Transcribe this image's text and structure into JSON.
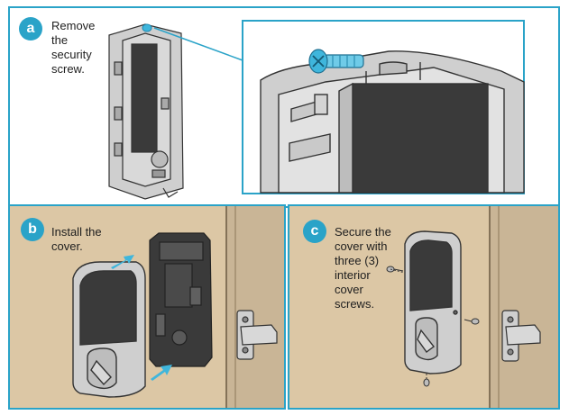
{
  "steps": [
    {
      "badge": "a",
      "text": "Remove\nthe\nsecurity\nscrew."
    },
    {
      "badge": "b",
      "text": "Install the\ncover."
    },
    {
      "badge": "c",
      "text": "Secure the\ncover with\nthree (3)\ninterior\ncover\nscrews."
    }
  ],
  "colors": {
    "accent": "#2aa3c8",
    "wall": "#dcc7a5",
    "door_frame": "#c9b596",
    "metal": "#c8c8c8",
    "dark_panel": "#3a3a3a"
  }
}
